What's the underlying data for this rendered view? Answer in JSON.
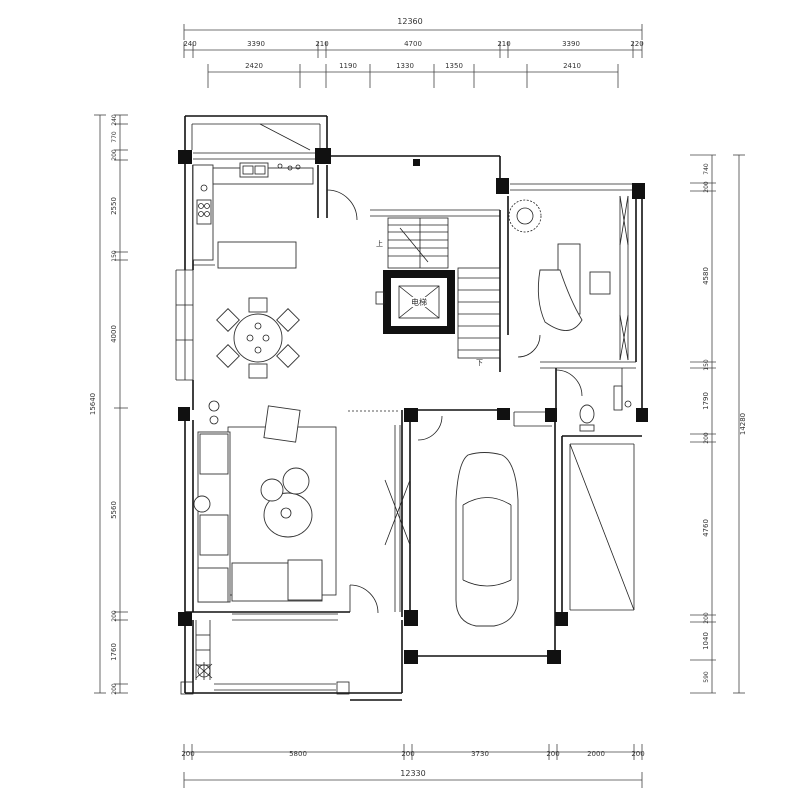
{
  "dimensions": {
    "top_total": "12360",
    "top_row1": [
      "240",
      "3390",
      "210",
      "4700",
      "210",
      "3390",
      "220"
    ],
    "top_row2": [
      "2420",
      "1190",
      "1330",
      "1350",
      "2410"
    ],
    "bottom_row1": [
      "200",
      "5800",
      "200",
      "3730",
      "200",
      "2000",
      "200"
    ],
    "bottom_total": "12330",
    "left_total": "15640",
    "left_parts": [
      "240",
      "770",
      "200",
      "2550",
      "150",
      "4000",
      "5560",
      "200",
      "1760",
      "200"
    ],
    "right_total": "14280",
    "right_parts": [
      "740",
      "200",
      "4580",
      "150",
      "1790",
      "200",
      "4760",
      "200",
      "1040",
      "590"
    ]
  },
  "labels": {
    "elevator": "电梯",
    "stair_up": "上",
    "stair_down": "下"
  }
}
